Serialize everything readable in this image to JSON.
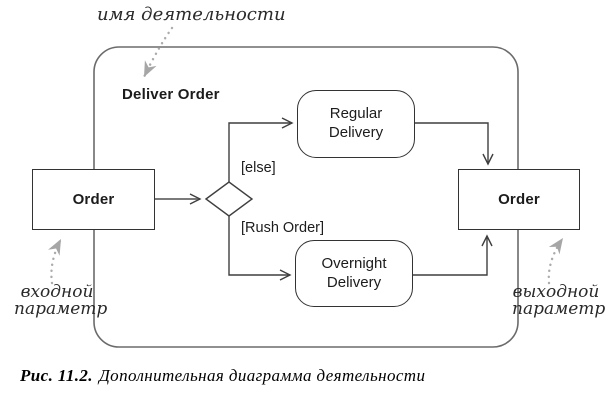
{
  "diagram": {
    "activity_label": "Deliver Order",
    "input_object": "Order",
    "output_object": "Order",
    "action_regular": "Regular Delivery",
    "action_overnight": "Overnight Delivery",
    "guard_else": "[else]",
    "guard_rush": "[Rush Order]"
  },
  "annotations": {
    "activity_name": "имя деятельности",
    "input_parameter": [
      "входной",
      "параметр"
    ],
    "output_parameter": [
      "выходной",
      "параметр"
    ]
  },
  "caption": {
    "number": "Рис. 11.2.",
    "text": "Дополнительная диаграмма деятельности"
  },
  "colors": {
    "line": "#3f3f3f",
    "frame": "#6b6b6b",
    "annotation_arrow": "#a6a6a6",
    "text": "#1c1c1c"
  }
}
